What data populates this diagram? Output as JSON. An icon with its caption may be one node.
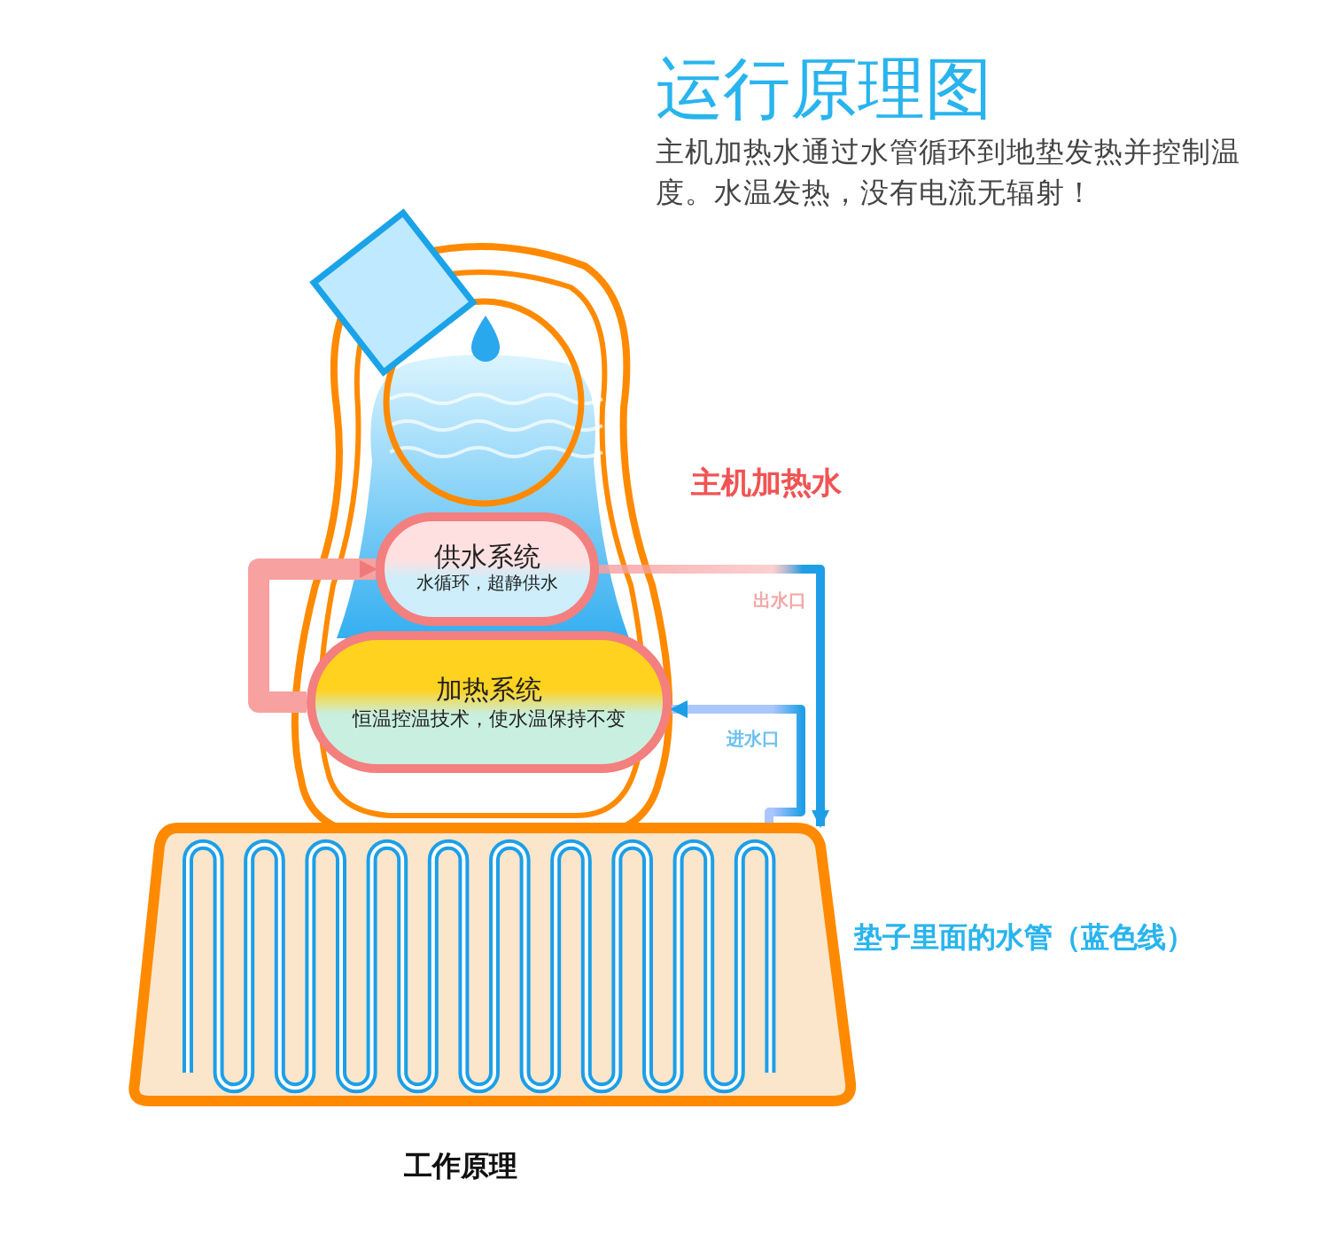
{
  "diagram": {
    "title": "运行原理图",
    "nodes": [
      {
        "text": [
          "供水系统",
          "水循环，超静供水"
        ]
      },
      {
        "text": [
          "加热系统",
          "恒温控温技术，使水温保持不变"
        ]
      },
      {
        "text": [],
        "shape": "box",
        "beside": [
          "垫子里面的水管（蓝色线）"
        ]
      }
    ],
    "edges": [
      {
        "from": 0,
        "to": 2,
        "arrow": "to",
        "color": "#f7a1a1"
      },
      {
        "from": 2,
        "to": 1,
        "arrow": "to",
        "color": "#aac6ff"
      },
      {
        "from": 1,
        "to": 0,
        "arrow": "to",
        "color": "#f7a1a1"
      }
    ],
    "labels": [
      "主机加热水通过水管循环到地垫发热并控制温度。水温发热，没有电流无辐射！",
      "主机加热水",
      "出水口",
      "进水口",
      "工作原理"
    ]
  }
}
